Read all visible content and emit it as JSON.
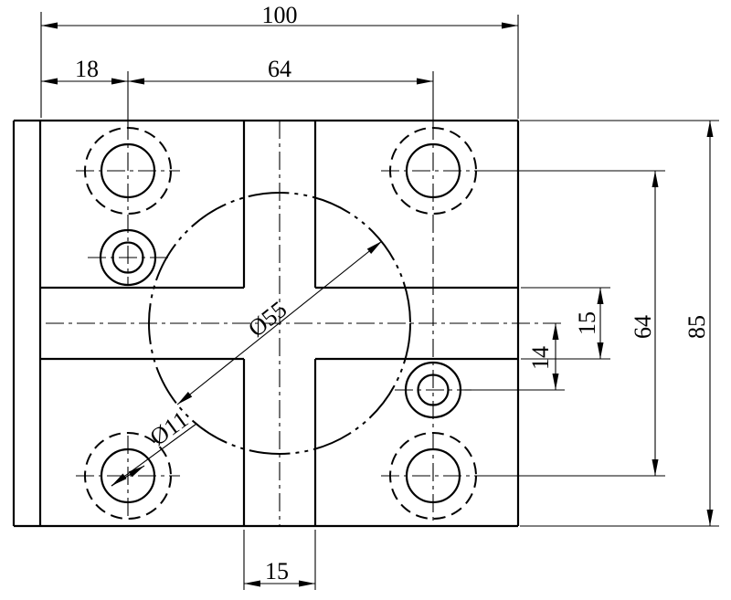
{
  "drawing": {
    "type": "2D engineering drawing - plate with cross slot, corner counterbored holes and center bolt circle",
    "colors": {
      "line": "#000000",
      "background": "#ffffff"
    },
    "dimensions": {
      "total_width": "100",
      "left_hole_offset": "18",
      "top_hole_pitch": "64",
      "right_slot_height": "15",
      "pin_hole_offset": "14",
      "right_hole_pitch": "64",
      "total_height": "85",
      "center_circle_diameter": "Ø55",
      "corner_hole_diameter": "Ø11",
      "bottom_slot_width": "15"
    }
  }
}
